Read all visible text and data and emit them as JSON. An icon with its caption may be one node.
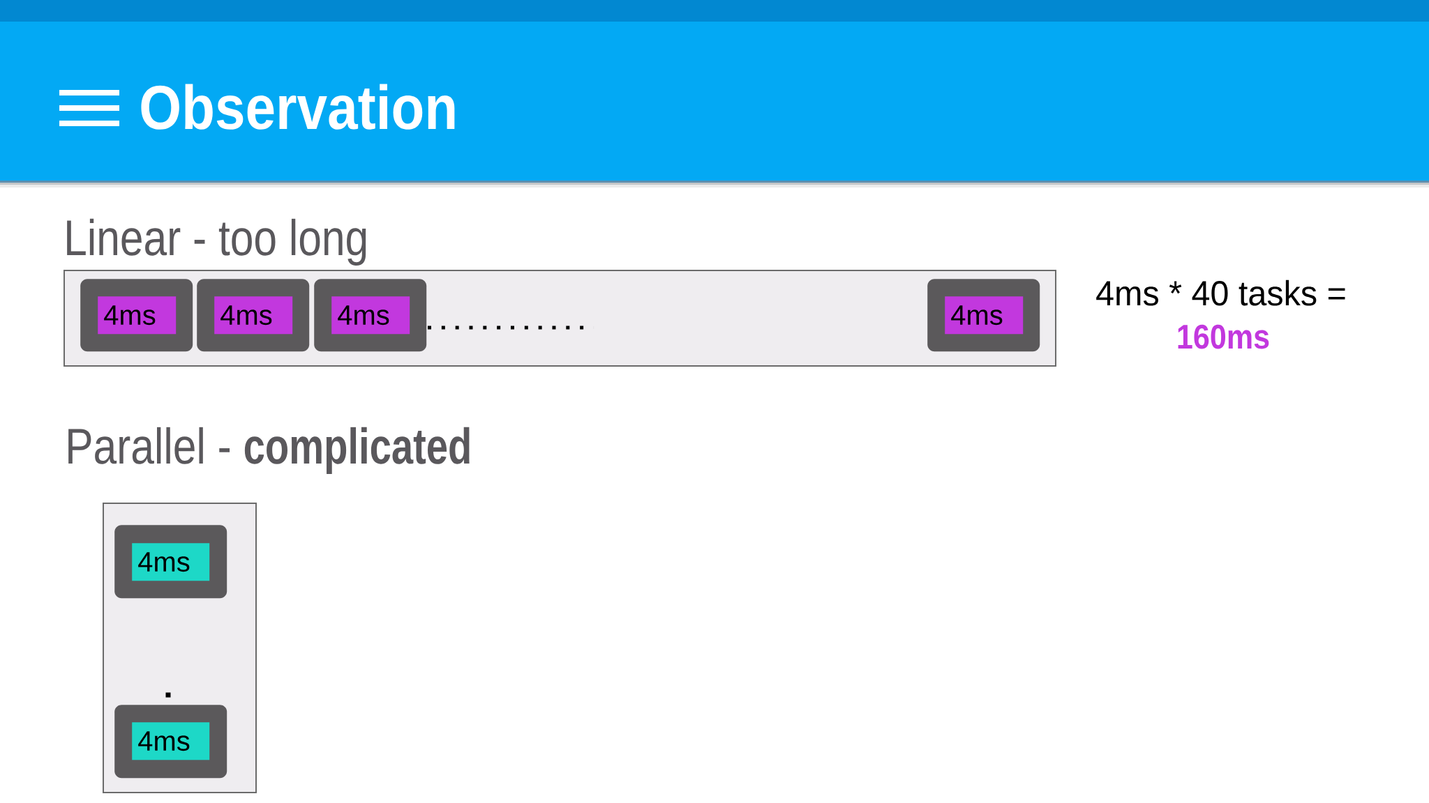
{
  "diagram": {
    "title": "Observation",
    "nodes": [
      {
        "text": [
          "Linear - too long"
        ]
      },
      {
        "text": [],
        "shape": "box",
        "in": 0
      },
      {
        "text": [
          "4ms"
        ],
        "in": 1
      },
      {
        "text": [],
        "shape": "box",
        "in": 0
      },
      {
        "text": [
          "4ms"
        ],
        "in": 3
      },
      {
        "text": [],
        "shape": "box",
        "in": 0
      },
      {
        "text": [
          "4ms"
        ],
        "in": 5
      },
      {
        "text": [],
        "shape": "box",
        "in": 0
      },
      {
        "text": [
          "4ms"
        ],
        "in": 7
      },
      {
        "text": [
          "Parallel - **complicated**"
        ]
      },
      {
        "text": [],
        "shape": "box",
        "in": 9
      },
      {
        "text": [
          "4ms"
        ],
        "in": 10
      },
      {
        "text": [],
        "shape": "box",
        "in": 9
      },
      {
        "text": [
          "4ms"
        ],
        "in": 12
      }
    ],
    "labels": [
      "4ms * 40 tasks =",
      "160ms"
    ]
  }
}
